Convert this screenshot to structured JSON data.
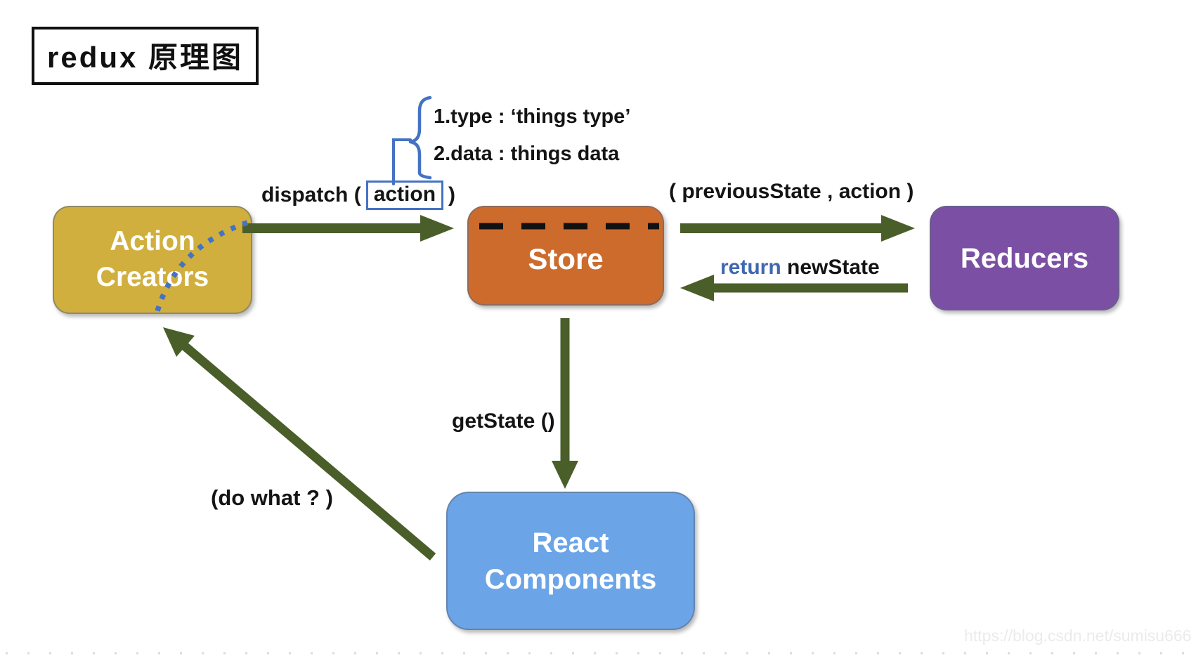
{
  "title": "redux 原理图",
  "annotation": {
    "line1": "1.type : ‘things type’",
    "line2": "2.data :  things data"
  },
  "labels": {
    "dispatch_prefix": "dispatch (",
    "action_word": "action",
    "dispatch_suffix": ")",
    "previous_state": "( previousState , action )",
    "return_keyword": "return",
    "return_value": " newState",
    "get_state": "getState ()",
    "do_what": "(do what ? )"
  },
  "nodes": {
    "action_creators": {
      "label": "Action\nCreators",
      "color": "#d1af3e"
    },
    "store": {
      "label": "Store",
      "color": "#cd6b2d"
    },
    "reducers": {
      "label": "Reducers",
      "color": "#7b4fa3"
    },
    "react_components": {
      "label": "React\nComponents",
      "color": "#6ba5e8"
    }
  },
  "colors": {
    "arrow_green": "#4a5e29",
    "accent_blue": "#4472c4",
    "return_blue": "#4068b0",
    "store_dash_black": "#111111",
    "watermark_gray": "#ebebeb"
  },
  "watermark": "https://blog.csdn.net/sumisu666"
}
